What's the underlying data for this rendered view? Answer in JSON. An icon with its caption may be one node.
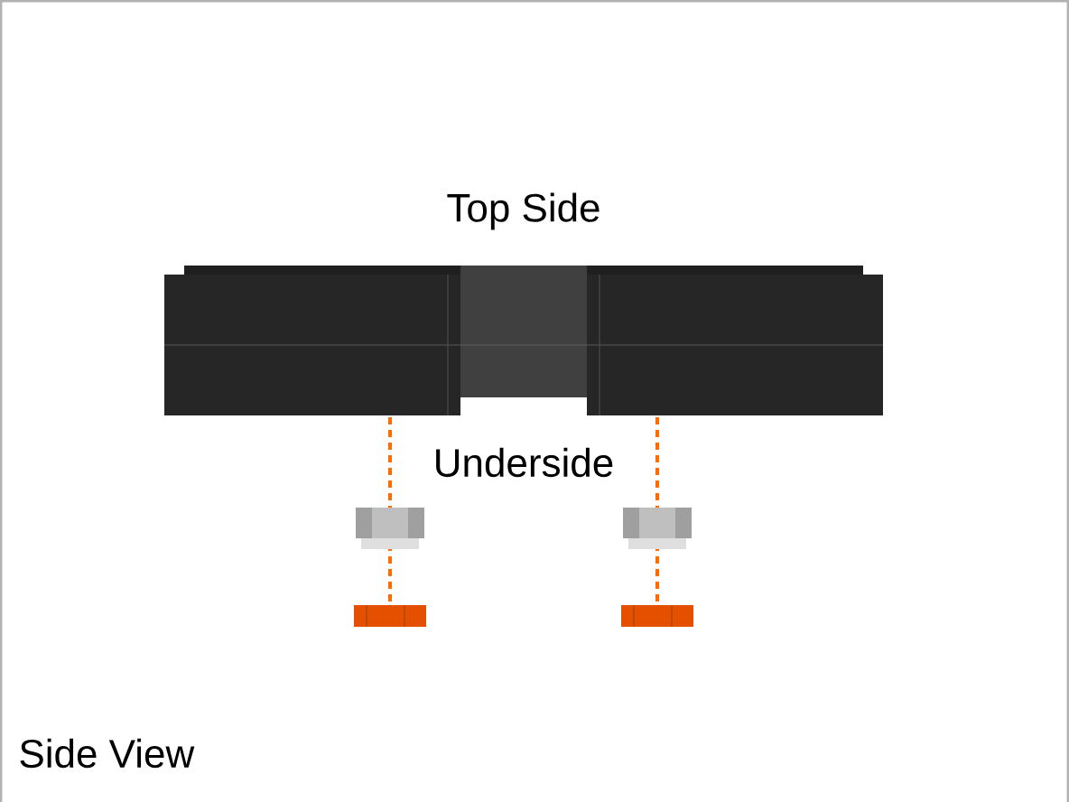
{
  "diagram": {
    "labels": [
      "Top Side",
      "Underside",
      "Side View"
    ]
  }
}
